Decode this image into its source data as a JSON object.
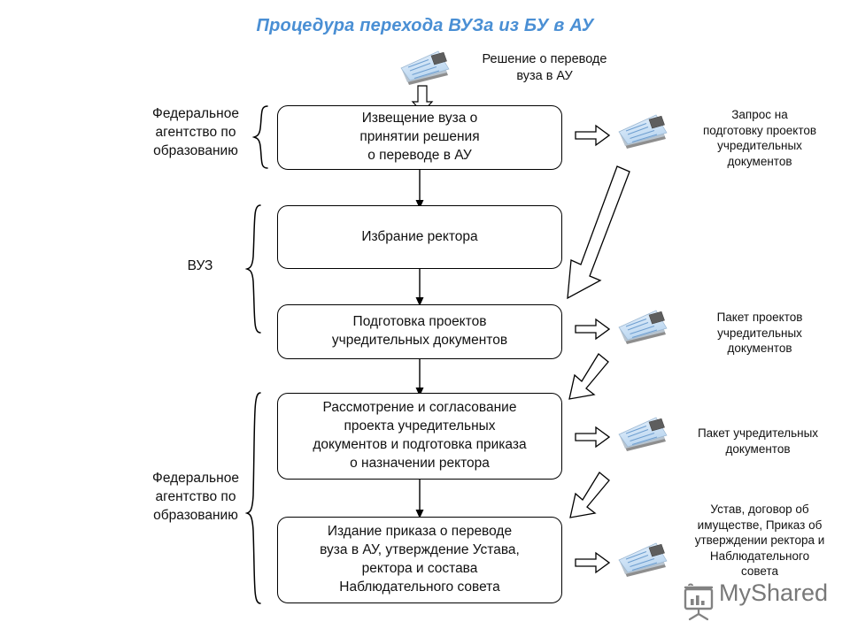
{
  "title": "Процедура перехода ВУЗа из БУ в АУ",
  "top": {
    "label": "Решение о переводе\nвуза в АУ",
    "icon": "documents-stack-icon",
    "arrow": "arrow-down-icon"
  },
  "group_labels": [
    {
      "id": "federal-agency-top",
      "text": "Федеральное\nагентство по\nобразованию"
    },
    {
      "id": "university",
      "text": "ВУЗ"
    },
    {
      "id": "federal-agency-bottom",
      "text": "Федеральное\nагентство по\nобразованию"
    }
  ],
  "boxes": [
    {
      "id": "box-notification",
      "text": "Извещение вуза о\nпринятии решения\nо переводе в АУ"
    },
    {
      "id": "box-rector-election",
      "text": "Избрание ректора"
    },
    {
      "id": "box-draft-preparation",
      "text": "Подготовка проектов\nучредительных документов"
    },
    {
      "id": "box-review-approval",
      "text": "Рассмотрение и согласование\nпроекта учредительных\nдокументов и подготовка приказа\nо назначении ректора"
    },
    {
      "id": "box-order-issue",
      "text": "Издание приказа о переводе\nвуза в АУ, утверждение Устава,\nректора и состава\nНаблюдательного совета"
    }
  ],
  "side_outputs": [
    {
      "id": "output-request",
      "label": "Запрос на\nподготовку проектов\nучредительных\nдокументов",
      "icon": "documents-stack-icon",
      "arrow": "arrow-right-icon"
    },
    {
      "id": "output-draft-package",
      "label": "Пакет проектов\nучредительных\nдокументов",
      "icon": "documents-stack-icon",
      "arrow": "arrow-right-icon"
    },
    {
      "id": "output-package",
      "label": "Пакет учредительных\nдокументов",
      "icon": "documents-stack-icon",
      "arrow": "arrow-right-icon"
    },
    {
      "id": "output-charter",
      "label": "Устав, договор об\nимуществе, Приказ об\nутверждении ректора и\nНаблюдательного\nсовета",
      "icon": "documents-stack-icon",
      "arrow": "arrow-right-icon"
    }
  ],
  "flow_arrows": [
    {
      "id": "arrow-down-to-notification",
      "type": "down-block"
    },
    {
      "id": "arrow-notification-to-election",
      "type": "down-line"
    },
    {
      "id": "arrow-election-to-draft",
      "type": "down-line"
    },
    {
      "id": "arrow-draft-to-review",
      "type": "down-line"
    },
    {
      "id": "arrow-review-to-order",
      "type": "down-line"
    },
    {
      "id": "arrow-diagonal-long",
      "type": "diagonal-down-left"
    },
    {
      "id": "arrow-diagonal-mid",
      "type": "diagonal-down-left"
    },
    {
      "id": "arrow-diagonal-low",
      "type": "diagonal-down-left"
    }
  ],
  "watermark": {
    "text": "MyShared",
    "icon": "presentation-chart-icon"
  },
  "colors": {
    "title": "#4a8fd4",
    "box_border": "#000000",
    "doc_page": "#cfe2f5",
    "doc_shadow": "#7a7a7a",
    "watermark": "#6d6d6d"
  }
}
